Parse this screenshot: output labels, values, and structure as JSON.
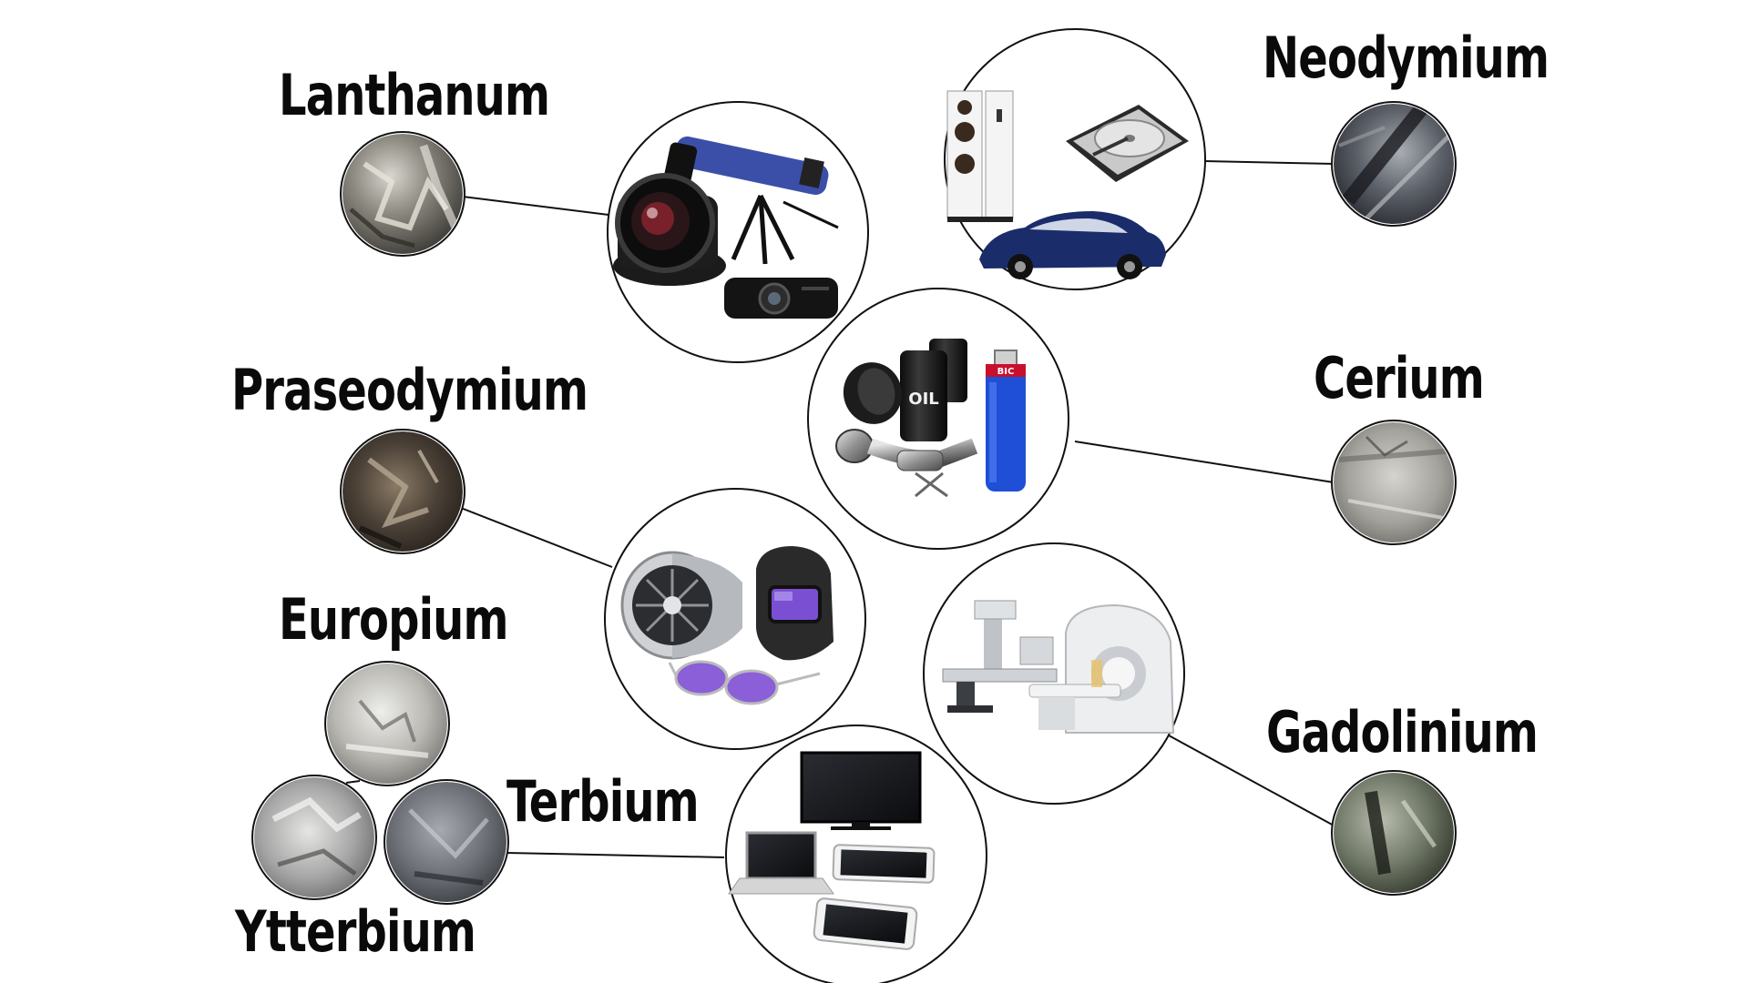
{
  "elements": {
    "lanthanum": "Lanthanum",
    "neodymium": "Neodymium",
    "praseodymium": "Praseodymium",
    "cerium": "Cerium",
    "europium": "Europium",
    "terbium": "Terbium",
    "ytterbium": "Ytterbium",
    "gadolinium": "Gadolinium"
  },
  "product_text": {
    "oil_barrel": "OIL",
    "lighter_brand": "BIC"
  },
  "colors": {
    "outline": "#111111",
    "telescope_blue": "#3c4fa8",
    "lighter_blue": "#1f4fd6",
    "car_blue": "#1b2c6b",
    "visor_purple": "#7b4fd1",
    "lens_purple": "#8a5fd8"
  }
}
